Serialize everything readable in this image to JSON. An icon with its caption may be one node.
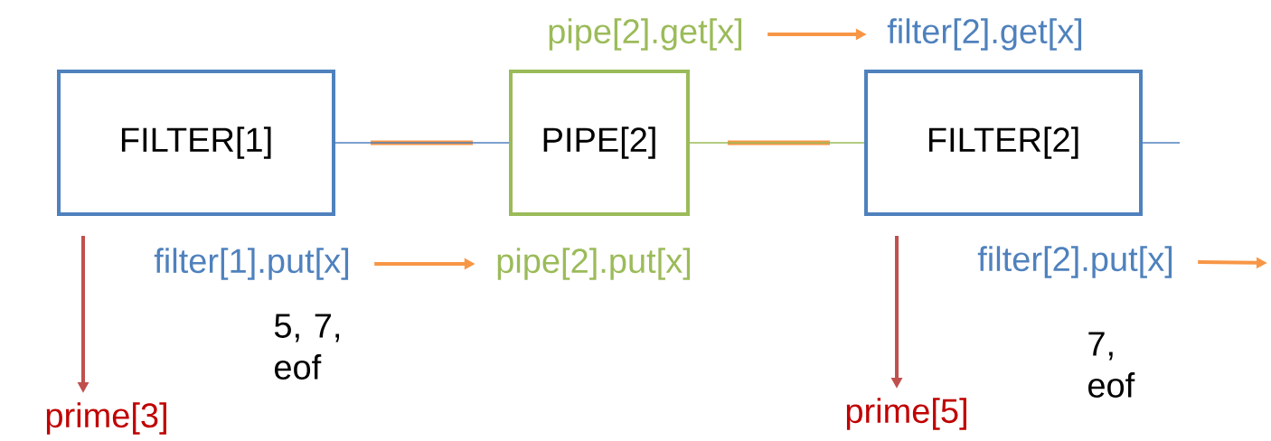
{
  "diagram": {
    "nodes": [
      {
        "text": [
          "FILTER[1]"
        ]
      },
      {
        "text": [
          "PIPE[2]"
        ]
      },
      {
        "text": [
          "FILTER[2]"
        ]
      },
      {
        "text": [
          "prime[3]"
        ]
      },
      {
        "text": [
          "prime[5]"
        ]
      },
      {
        "text": [
          "pipe[2].get[x]"
        ]
      },
      {
        "text": [
          "filter[2].get[x]"
        ]
      },
      {
        "text": [
          "filter[1].put[x]"
        ]
      },
      {
        "text": [
          "pipe[2].put[x]"
        ]
      },
      {
        "text": [
          "filter[2].put[x]"
        ]
      }
    ],
    "edges": [
      {
        "from": 0,
        "to": 1,
        "arrow": "none",
        "color": "#4f81bd"
      },
      {
        "from": 1,
        "to": 2,
        "arrow": "none",
        "color": "#9bbb59"
      },
      {
        "from": 2,
        "to": null,
        "arrow": "none",
        "color": "#4f81bd"
      },
      {
        "from": 0,
        "to": 3,
        "arrow": "to",
        "color": "#c0504d"
      },
      {
        "from": 2,
        "to": 4,
        "arrow": "to",
        "color": "#c0504d"
      },
      {
        "from": 5,
        "to": 6,
        "arrow": "to",
        "color": "#f79646"
      },
      {
        "from": 7,
        "to": 8,
        "arrow": "to",
        "color": "#f79646"
      },
      {
        "from": 9,
        "to": null,
        "arrow": "to",
        "color": "#f79646"
      }
    ],
    "labels": [
      "5, 7, eof",
      "7, eof"
    ]
  }
}
